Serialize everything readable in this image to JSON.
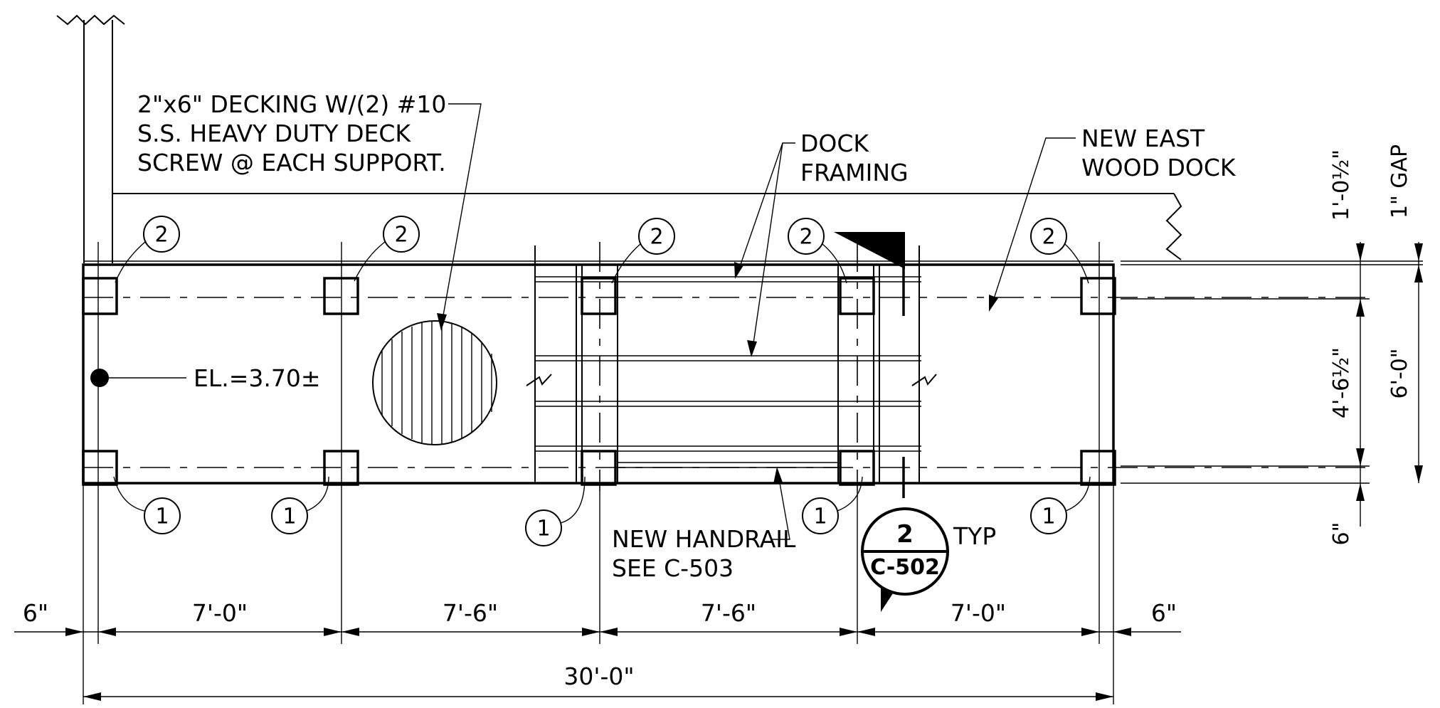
{
  "notes": {
    "decking_line1": "2\"x6\" DECKING W/(2) #10",
    "decking_line2": "S.S. HEAVY DUTY DECK",
    "decking_line3": "SCREW @ EACH SUPPORT.",
    "framing_line1": "DOCK",
    "framing_line2": "FRAMING",
    "dock_line1": "NEW EAST",
    "dock_line2": "WOOD DOCK",
    "elevation": "EL.=3.70±",
    "handrail_line1": "NEW HANDRAIL",
    "handrail_line2": "SEE C-503",
    "typ": "TYP"
  },
  "section_marker": {
    "number": "2",
    "sheet": "C-502"
  },
  "pile_tags": {
    "top": "2",
    "bottom": "1"
  },
  "dimensions": {
    "bottom": [
      "6\"",
      "7'-0\"",
      "7'-6\"",
      "7'-6\"",
      "7'-0\"",
      "6\""
    ],
    "overall": "30'-0\"",
    "right_inner": {
      "top": "1'-0½\"",
      "middle": "4'-6½\"",
      "bottom": "6\""
    },
    "right_outer": {
      "top": "1\" GAP",
      "middle": "6'-0\""
    }
  }
}
